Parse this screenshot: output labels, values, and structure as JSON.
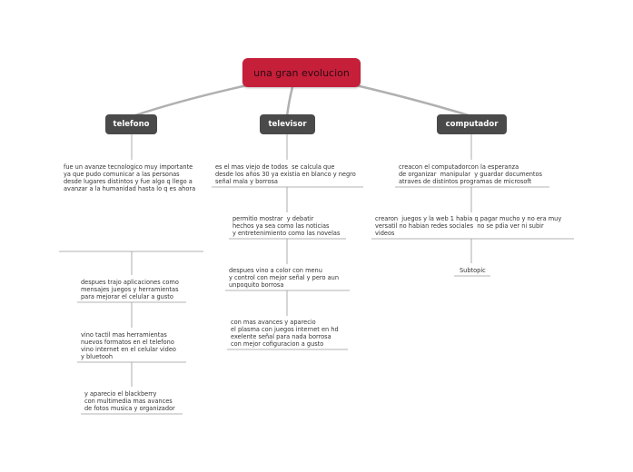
{
  "root": {
    "label": "una gran evolucion"
  },
  "branches": [
    {
      "label": "telefono",
      "items": [
        "fue un avanze tecnologico muy importante\nya que pudo comunicar a las personas\ndesde lugares distintos y fue algo q llego a\navanzar a la humanidad hasta lo q es ahora",
        "",
        "despues trajo aplicaciones como\nmensajes juegos y herramientas\npara mejorar el celular a gusto",
        "vino tactil mas herramientas\nnuevos formatos en el telefono\nvino internet en el celular video\ny bluetooh",
        "y aparecio el blackberry\ncon multimedia mas avances\nde fotos musica y organizador"
      ]
    },
    {
      "label": "televisor",
      "items": [
        "es el mas viejo de todos  se calcula que\ndesde los años 30 ya existia en blanco y negro\nseñal mala y borrosa",
        "permitio mostrar  y debatir\nhechos ya sea como las noticias\ny entretenimiento como las novelas",
        "despues vino a color con menu\ny control con mejor señal y pero aun\nunpoquito borrosa",
        "con mas avances y aparecio\nel plasma con juegos internet en hd\nexelente señal para nada borrosa\ncon mejor cofiguracion a gusto"
      ]
    },
    {
      "label": "computador",
      "items": [
        "creacon el computadorcon la esperanza\nde organizar  manipular  y guardar documentos\natraves de distintos programas de microsoft",
        "crearon  juegos y la web 1 habia q pagar mucho y no era muy\nversatil no habian redes sociales  no se pdia ver ni subir\nvideos",
        "Subtopic"
      ]
    }
  ]
}
